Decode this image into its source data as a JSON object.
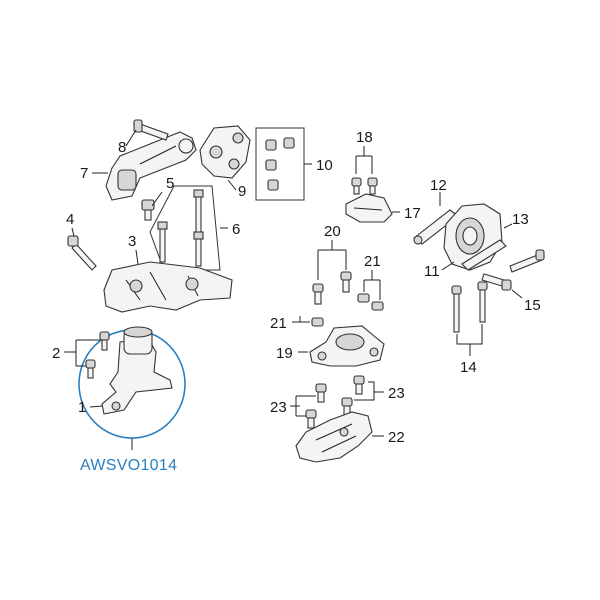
{
  "diagram": {
    "callouts": {
      "c1": "1",
      "c2": "2",
      "c3": "3",
      "c4": "4",
      "c5": "5",
      "c6": "6",
      "c7": "7",
      "c8": "8",
      "c9": "9",
      "c10": "10",
      "c11": "11",
      "c12": "12",
      "c13": "13",
      "c14": "14",
      "c15": "15",
      "c17": "17",
      "c18": "18",
      "c19": "19",
      "c20": "20",
      "c21a": "21",
      "c21b": "21",
      "c22": "22",
      "c23a": "23",
      "c23b": "23"
    },
    "highlight_code": "AWSVO1014",
    "colors": {
      "highlight": "#2a7fc0",
      "line": "#222222"
    }
  }
}
